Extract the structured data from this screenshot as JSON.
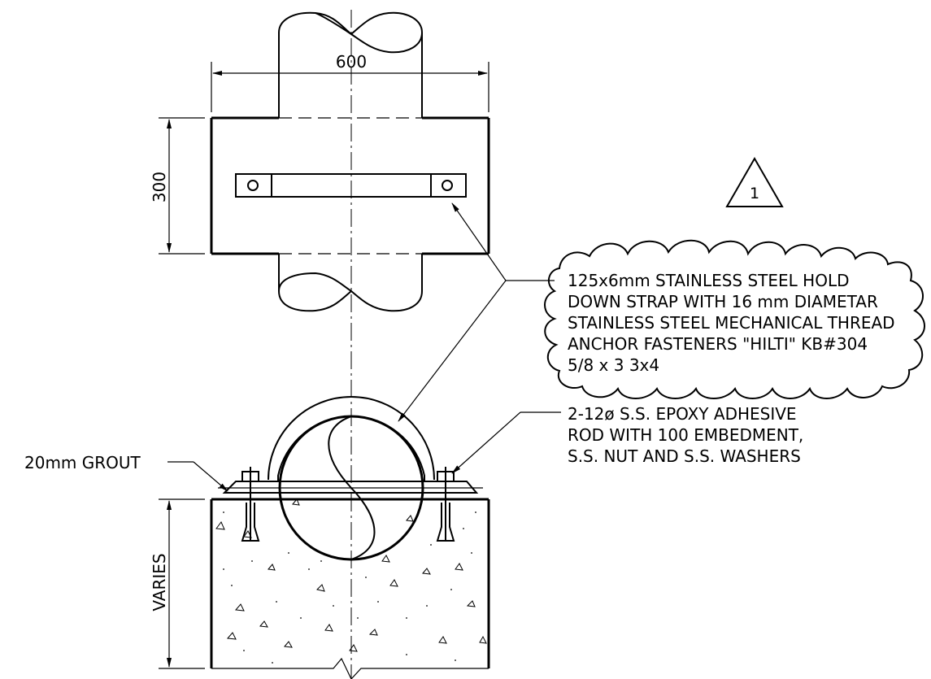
{
  "dimensions": {
    "width_label": "600",
    "height_label": "300",
    "footing_label": "VARIES"
  },
  "revision": {
    "marker": "1"
  },
  "callouts": {
    "strap_note": [
      "125x6mm STAINLESS STEEL HOLD",
      "DOWN STRAP WITH 16 mm DIAMETAR",
      "STAINLESS STEEL MECHANICAL THREAD",
      "ANCHOR FASTENERS \"HILTI\" KB#304",
      " 5/8 x 3 3x4"
    ],
    "rod_note": [
      "2-12ø S.S. EPOXY ADHESIVE",
      "ROD WITH 100 EMBEDMENT,",
      "S.S. NUT AND S.S. WASHERS"
    ],
    "grout_note": "20mm GROUT"
  }
}
